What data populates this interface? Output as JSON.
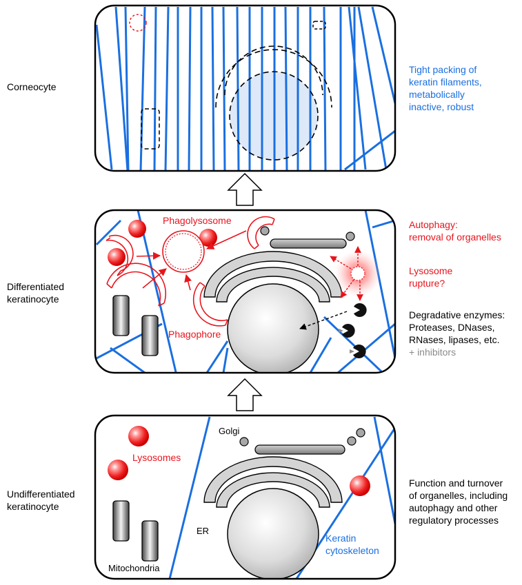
{
  "colors": {
    "keratin": "#1a6fe0",
    "red": "#e8141c",
    "gray_text": "#8a8a8a",
    "outline": "#000000"
  },
  "stages": {
    "corneocyte": {
      "row_label": "Corneocyte",
      "description": [
        "Tight packing of",
        "keratin filaments,",
        "metabolically",
        "inactive, robust"
      ]
    },
    "differentiated": {
      "row_label": [
        "Differentiated",
        "keratinocyte"
      ],
      "labels": {
        "phagolysosome": "Phagolysosome",
        "phagophore": "Phagophore"
      },
      "notes": {
        "autophagy": [
          "Autophagy:",
          "removal of organelles"
        ],
        "lysosome_rupture": [
          "Lysosome",
          "rupture?"
        ],
        "enzymes": [
          "Degradative enzymes:",
          "Proteases, DNases,",
          "RNases, lipases, etc."
        ],
        "inhibitors": "+ inhibitors"
      }
    },
    "undifferentiated": {
      "row_label": [
        "Undifferentiated",
        "keratinocyte"
      ],
      "labels": {
        "golgi": "Golgi",
        "lysosomes": "Lysosomes",
        "er": "ER",
        "mitochondria": "Mitochondria",
        "keratin": [
          "Keratin",
          "cytoskeleton"
        ]
      },
      "description": [
        "Function and turnover",
        "of organelles, including",
        "autophagy and other",
        "regulatory processes"
      ]
    }
  }
}
